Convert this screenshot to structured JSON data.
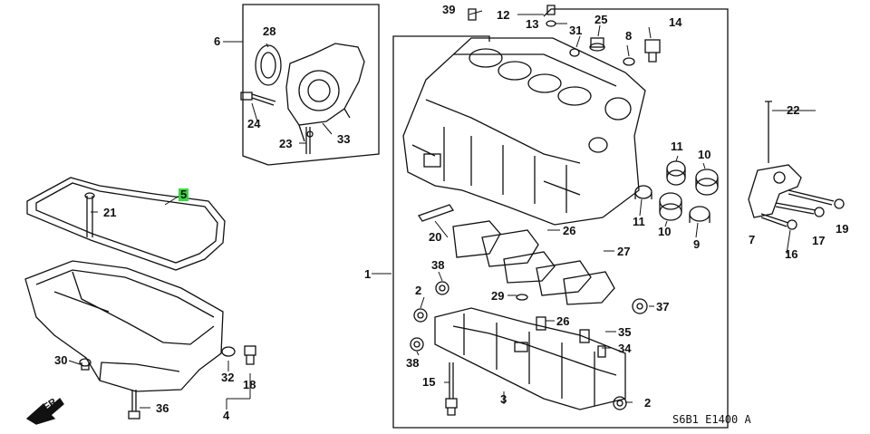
{
  "diagram": {
    "code": "S6B1  E1400 A",
    "front_label": "FR.",
    "parts": [
      {
        "id": "p1",
        "label": "1"
      },
      {
        "id": "p2a",
        "label": "2"
      },
      {
        "id": "p2b",
        "label": "2"
      },
      {
        "id": "p3",
        "label": "3"
      },
      {
        "id": "p4",
        "label": "4"
      },
      {
        "id": "p5",
        "label": "5",
        "highlight": true
      },
      {
        "id": "p6",
        "label": "6"
      },
      {
        "id": "p7",
        "label": "7"
      },
      {
        "id": "p8",
        "label": "8"
      },
      {
        "id": "p9",
        "label": "9"
      },
      {
        "id": "p10a",
        "label": "10"
      },
      {
        "id": "p10b",
        "label": "10"
      },
      {
        "id": "p11a",
        "label": "11"
      },
      {
        "id": "p11b",
        "label": "11"
      },
      {
        "id": "p12",
        "label": "12"
      },
      {
        "id": "p13",
        "label": "13"
      },
      {
        "id": "p14",
        "label": "14"
      },
      {
        "id": "p15",
        "label": "15"
      },
      {
        "id": "p16",
        "label": "16"
      },
      {
        "id": "p17",
        "label": "17"
      },
      {
        "id": "p18",
        "label": "18"
      },
      {
        "id": "p19",
        "label": "19"
      },
      {
        "id": "p20",
        "label": "20"
      },
      {
        "id": "p21",
        "label": "21"
      },
      {
        "id": "p22",
        "label": "22"
      },
      {
        "id": "p23",
        "label": "23"
      },
      {
        "id": "p24",
        "label": "24"
      },
      {
        "id": "p25",
        "label": "25"
      },
      {
        "id": "p26a",
        "label": "26"
      },
      {
        "id": "p26b",
        "label": "26"
      },
      {
        "id": "p27",
        "label": "27"
      },
      {
        "id": "p28",
        "label": "28"
      },
      {
        "id": "p29",
        "label": "29"
      },
      {
        "id": "p30",
        "label": "30"
      },
      {
        "id": "p31",
        "label": "31"
      },
      {
        "id": "p32",
        "label": "32"
      },
      {
        "id": "p33",
        "label": "33"
      },
      {
        "id": "p34",
        "label": "34"
      },
      {
        "id": "p35",
        "label": "35"
      },
      {
        "id": "p36",
        "label": "36"
      },
      {
        "id": "p37",
        "label": "37"
      },
      {
        "id": "p38a",
        "label": "38"
      },
      {
        "id": "p38b",
        "label": "38"
      },
      {
        "id": "p39",
        "label": "39"
      }
    ],
    "colors": {
      "ink": "#111111",
      "highlight": "#39d93f",
      "background": "#ffffff"
    }
  }
}
